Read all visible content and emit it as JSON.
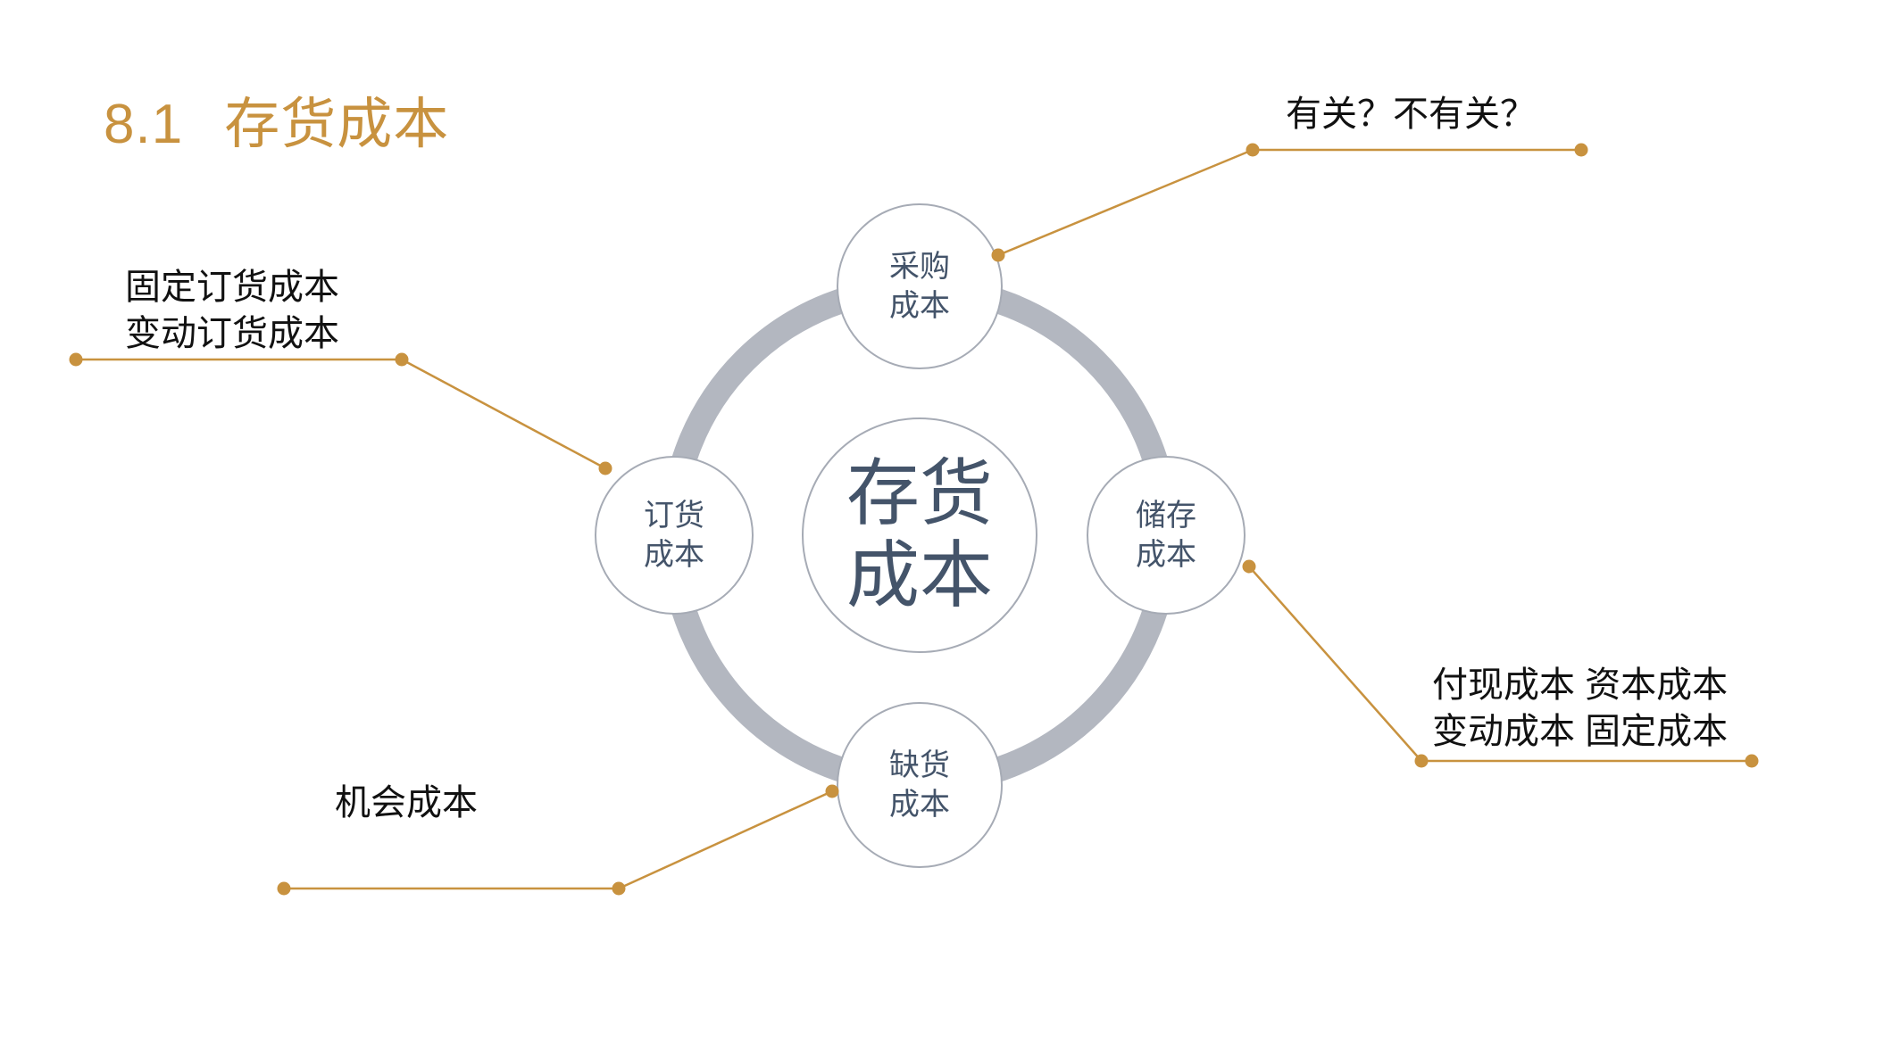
{
  "title": {
    "number": "8.1",
    "text": "存货成本"
  },
  "diagram": {
    "center": {
      "line1": "存货",
      "line2": "成本"
    },
    "nodes": {
      "top": {
        "line1": "采购",
        "line2": "成本"
      },
      "left": {
        "line1": "订货",
        "line2": "成本"
      },
      "right": {
        "line1": "储存",
        "line2": "成本"
      },
      "bottom": {
        "line1": "缺货",
        "line2": "成本"
      }
    }
  },
  "callouts": {
    "top_right": {
      "line1": "有关？不有关？"
    },
    "left": {
      "line1": "固定订货成本",
      "line2": "变动订货成本"
    },
    "bottom_left": {
      "line1": "机会成本"
    },
    "bottom_right": {
      "line1": "付现成本 资本成本",
      "line2": "变动成本 固定成本"
    }
  },
  "colors": {
    "accent": "#C8923F",
    "ring": "#B3B7C0",
    "node-border": "#A6ABB5",
    "node-text": "#44546A",
    "callout-text": "#111111",
    "background": "#FFFFFF"
  }
}
